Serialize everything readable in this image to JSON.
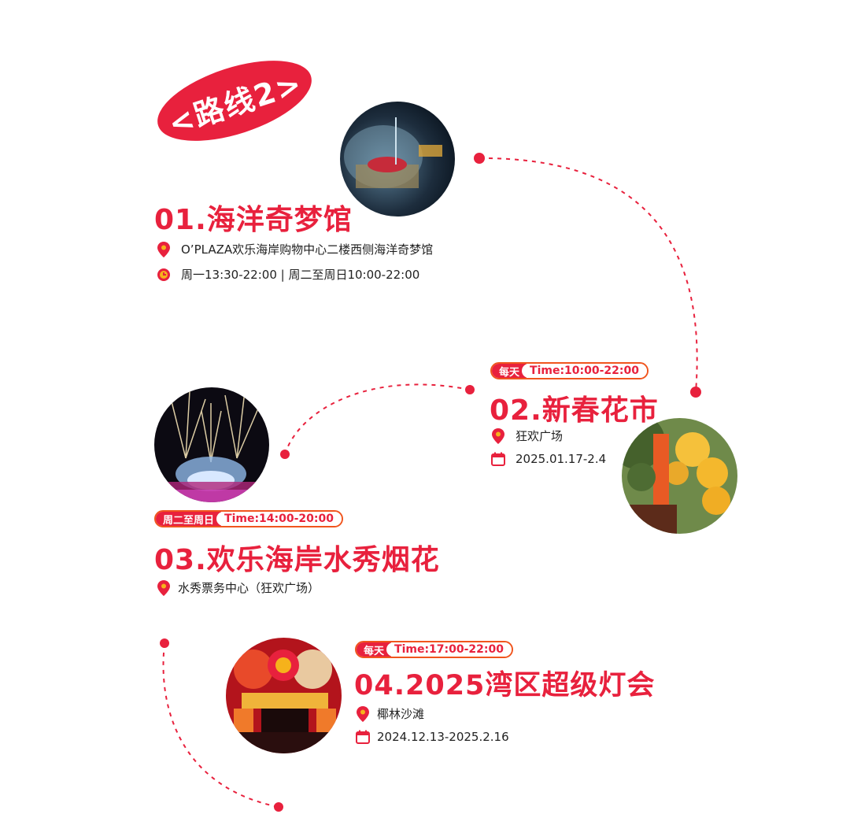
{
  "route_badge": "<路线2>",
  "stops": [
    {
      "title": "01.海洋奇梦馆",
      "location": "O’PLAZA欢乐海岸购物中心二楼西侧海洋奇梦馆",
      "hours": "周一13:30-22:00 | 周二至周日10:00-22:00"
    },
    {
      "day": "每天",
      "time": "Time:10:00-22:00",
      "title": "02.新春花市",
      "location": "狂欢广场",
      "date": "2025.01.17-2.4"
    },
    {
      "day": "周二至周日",
      "time": "Time:14:00-20:00",
      "title": "03.欢乐海岸水秀烟花",
      "location": "水秀票务中心（狂欢广场）"
    },
    {
      "day": "每天",
      "time": "Time:17:00-22:00",
      "title": "04.2025湾区超级灯会",
      "location": "椰林沙滩",
      "date": "2024.12.13-2025.2.16"
    }
  ],
  "colors": {
    "accent": "#e8213d",
    "accent_orange": "#f0551e",
    "text": "#222222"
  },
  "icons": {
    "location": "location-pin-icon",
    "clock": "clock-icon",
    "calendar": "calendar-icon"
  }
}
